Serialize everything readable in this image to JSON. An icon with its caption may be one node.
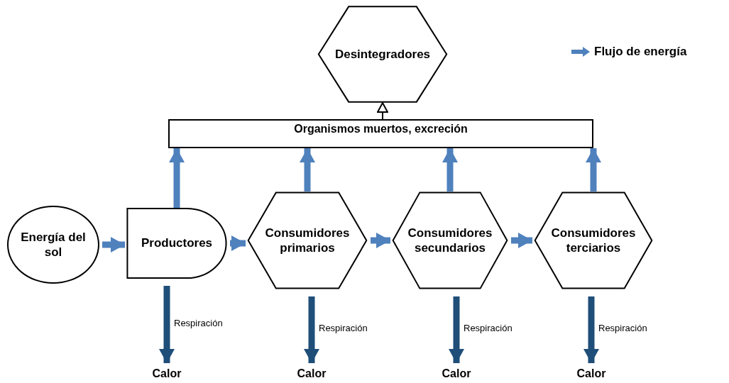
{
  "diagram": {
    "nodes": [
      {
        "text": [
          "Desintegradores"
        ]
      },
      {
        "text": [
          "Organismos muertos, excreción"
        ]
      },
      {
        "text": [
          "Energía del sol"
        ]
      },
      {
        "text": [
          "Productores"
        ]
      },
      {
        "text": [
          "Consumidores primarios"
        ]
      },
      {
        "text": [
          "Consumidores secundarios"
        ]
      },
      {
        "text": [
          "Consumidores terciarios"
        ]
      },
      {
        "text": [
          "Calor"
        ]
      },
      {
        "text": [
          "Calor"
        ]
      },
      {
        "text": [
          "Calor"
        ]
      },
      {
        "text": [
          "Calor"
        ]
      }
    ],
    "edges": [
      {
        "from": 1,
        "to": 0,
        "arrow": "to",
        "color": "#000000"
      },
      {
        "from": 3,
        "to": 1,
        "arrow": "to"
      },
      {
        "from": 4,
        "to": 1,
        "arrow": "to"
      },
      {
        "from": 5,
        "to": 1,
        "arrow": "to"
      },
      {
        "from": 6,
        "to": 1,
        "arrow": "to"
      },
      {
        "from": 2,
        "to": 3,
        "arrow": "to"
      },
      {
        "from": 3,
        "to": 4,
        "arrow": "to"
      },
      {
        "from": 4,
        "to": 5,
        "arrow": "to"
      },
      {
        "from": 5,
        "to": 6,
        "arrow": "to"
      },
      {
        "from": 3,
        "to": 7,
        "arrow": "to",
        "label": "Respiración",
        "color": "#1f4e79"
      },
      {
        "from": 4,
        "to": 8,
        "arrow": "to",
        "label": "Respiración",
        "color": "#1f4e79"
      },
      {
        "from": 5,
        "to": 9,
        "arrow": "to",
        "label": "Respiración",
        "color": "#1f4e79"
      },
      {
        "from": 6,
        "to": 10,
        "arrow": "to",
        "label": "Respiración",
        "color": "#1f4e79"
      }
    ],
    "legend": [
      {
        "text": "Flujo de energía"
      }
    ]
  }
}
